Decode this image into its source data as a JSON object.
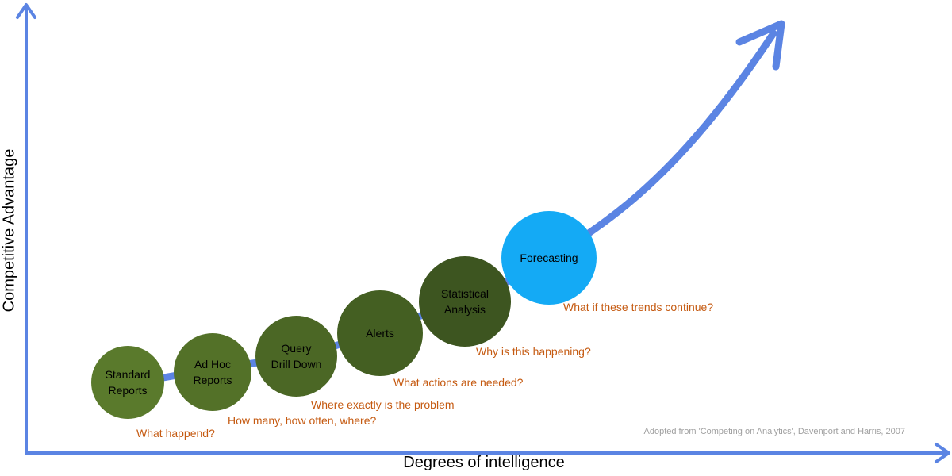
{
  "axes": {
    "x_label": "Degrees of intelligence",
    "y_label": "Competitive Advantage"
  },
  "stages": [
    {
      "label": "Standard\nReports",
      "question": "What happend?",
      "color": "#5a7a2c"
    },
    {
      "label": "Ad Hoc\nReports",
      "question": "How many, how often, where?",
      "color": "#537128"
    },
    {
      "label": "Query\nDrill Down",
      "question": "Where exactly is the problem",
      "color": "#4b6725"
    },
    {
      "label": "Alerts",
      "question": "What actions are needed?",
      "color": "#445f22"
    },
    {
      "label": "Statistical\nAnalysis",
      "question": "Why is this happening?",
      "color": "#3d5520"
    },
    {
      "label": "Forecasting",
      "question": "What if these trends continue?",
      "color": "#14aaf5"
    }
  ],
  "credit": "Adopted from 'Competing on Analytics', Davenport and Harris, 2007",
  "colors": {
    "axis": "#5b84e3",
    "question_text": "#c55a11"
  }
}
